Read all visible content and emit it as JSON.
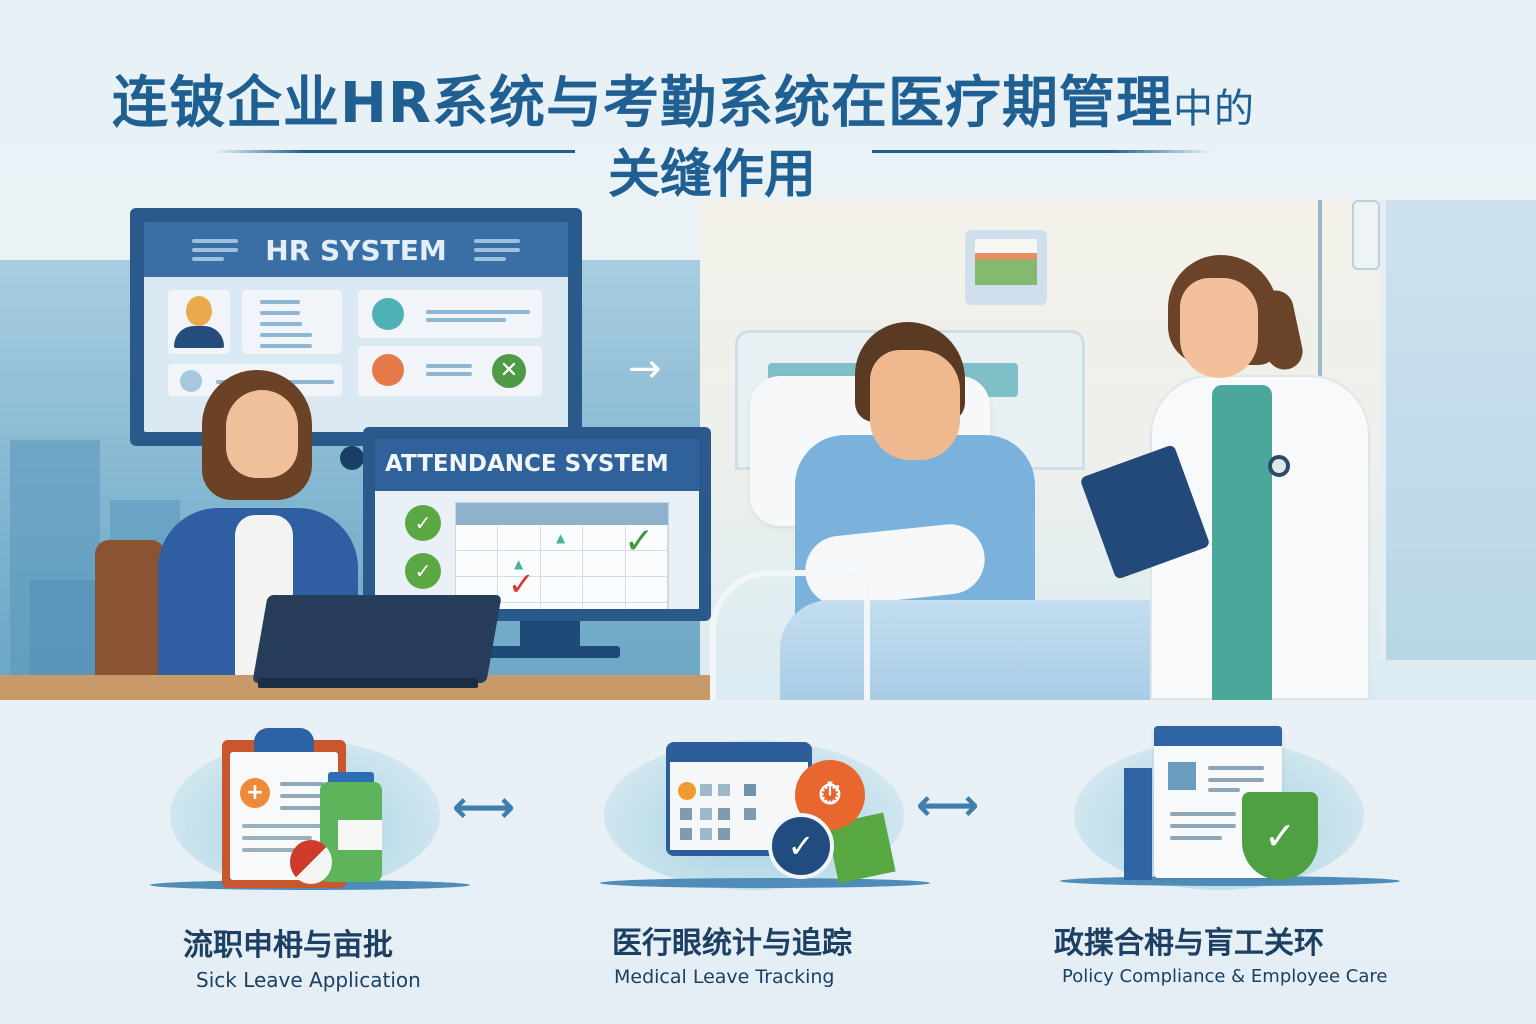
{
  "title": {
    "line1_main": "连铍企业HR系统与考勤系统在医疗期管理",
    "line1_tail": "中的",
    "line2": "关缝作用"
  },
  "scene": {
    "hr_monitor": {
      "title": "HR SYSTEM",
      "icons": [
        "person-avatar-icon",
        "user-circle-teal-icon",
        "user-circle-orange-icon",
        "x-circle-icon"
      ]
    },
    "attendance_monitor": {
      "title": "ATTENDANCE SYSTEM",
      "check_glyph": "✓",
      "x_glyph": "✕",
      "arrow_glyph": "→",
      "triangle_glyph": "▲"
    },
    "characters": [
      "hr-staff-at-laptop",
      "patient-in-bed-with-arm-sling",
      "doctor-with-clipboard"
    ]
  },
  "features": [
    {
      "title_cn": "流职申枏与亩批",
      "title_en": "Sick Leave Application",
      "icon": "medical-clipboard-icon",
      "plus_glyph": "+"
    },
    {
      "title_cn": "医行眼统计与追踪",
      "title_en": "Medical Leave Tracking",
      "icon": "calendar-clock-icon",
      "clock_glyph": "⏱",
      "check_glyph": "✓"
    },
    {
      "title_cn": "政揲合枏与肓工关环",
      "title_en": "Policy Compliance & Employee Care",
      "icon": "document-shield-icon",
      "check_glyph": "✓"
    }
  ],
  "connectors": {
    "double_arrow_glyph": "⟷"
  },
  "colors": {
    "title_blue": "#1f5f92",
    "label_navy": "#1c3f63",
    "accent_green": "#5aa844",
    "accent_orange": "#e7672e",
    "accent_red": "#cf3b2a",
    "monitor_blue": "#2a5a8c"
  }
}
